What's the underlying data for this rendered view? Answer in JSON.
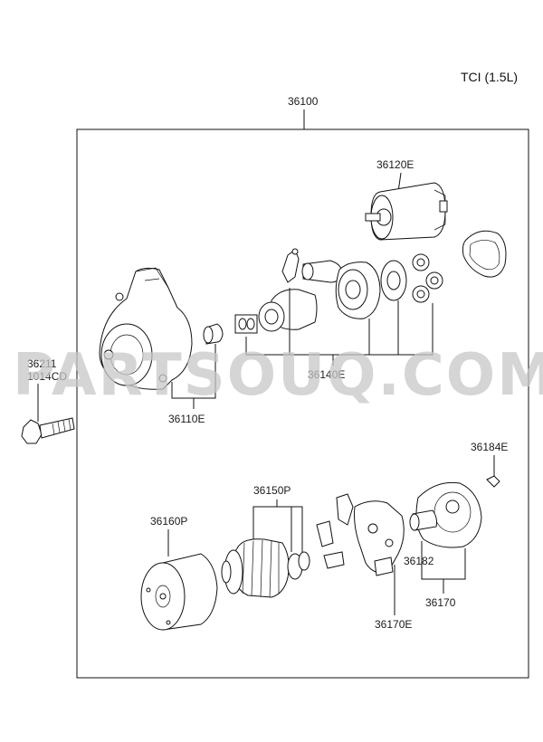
{
  "header": {
    "variant": "TCI (1.5L)"
  },
  "watermark": "PARTSOUQ.COM",
  "parts": {
    "assembly": "36100",
    "solenoid": "36120E",
    "gear_set": "36140E",
    "front_housing": "36110E",
    "bolt_1": "36211",
    "bolt_2": "1014CD",
    "screw": "36184E",
    "armature": "36150P",
    "yoke": "36160P",
    "brush_holder": "36170E",
    "rear_cover_bush": "36182",
    "rear_cover": "36170"
  },
  "colors": {
    "line": "#111111",
    "watermark": "#c8c8c8",
    "background": "#ffffff"
  }
}
